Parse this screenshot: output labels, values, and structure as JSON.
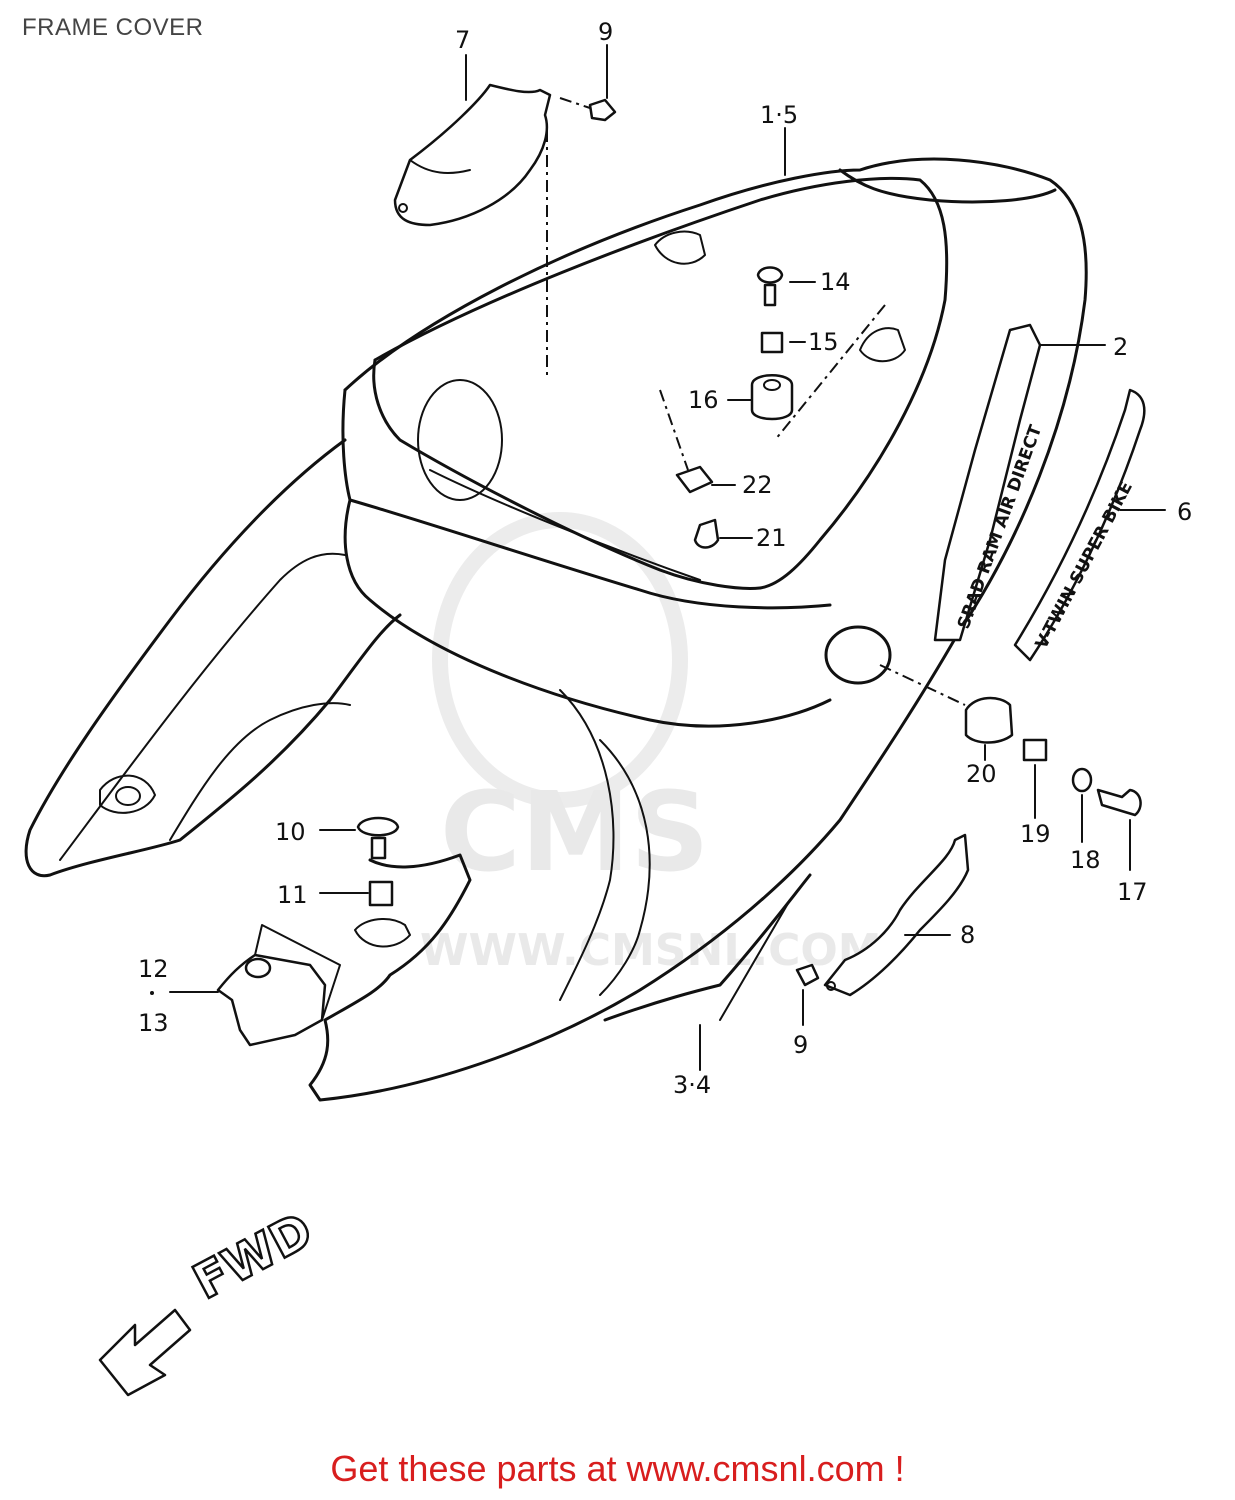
{
  "page": {
    "title": "FRAME COVER",
    "footer": "Get these parts at www.cmsnl.com !"
  },
  "diagram": {
    "watermark": {
      "logo": "CMS",
      "url": "WWW.CMSNL.COM"
    },
    "direction_label": "FWD",
    "decals": {
      "seat_tail_text": "SRAD RAM AIR DIRECT",
      "stripe_text": "V-TWIN SUPER BIKE"
    },
    "callouts": [
      {
        "id": "c-7",
        "text": "7"
      },
      {
        "id": "c-9a",
        "text": "9"
      },
      {
        "id": "c-15a",
        "text": "1·5"
      },
      {
        "id": "c-14",
        "text": "14"
      },
      {
        "id": "c-15",
        "text": "15"
      },
      {
        "id": "c-2",
        "text": "2"
      },
      {
        "id": "c-16",
        "text": "16"
      },
      {
        "id": "c-22",
        "text": "22"
      },
      {
        "id": "c-21",
        "text": "21"
      },
      {
        "id": "c-6",
        "text": "6"
      },
      {
        "id": "c-20",
        "text": "20"
      },
      {
        "id": "c-19",
        "text": "19"
      },
      {
        "id": "c-18",
        "text": "18"
      },
      {
        "id": "c-17",
        "text": "17"
      },
      {
        "id": "c-10",
        "text": "10"
      },
      {
        "id": "c-11",
        "text": "11"
      },
      {
        "id": "c-8",
        "text": "8"
      },
      {
        "id": "c-12",
        "text": "12"
      },
      {
        "id": "c-13",
        "text": "13"
      },
      {
        "id": "c-9b",
        "text": "9"
      },
      {
        "id": "c-34",
        "text": "3·4"
      }
    ],
    "colors": {
      "line": "#111111",
      "footer": "#d81e1e",
      "watermark": "#e9e9e9"
    }
  }
}
